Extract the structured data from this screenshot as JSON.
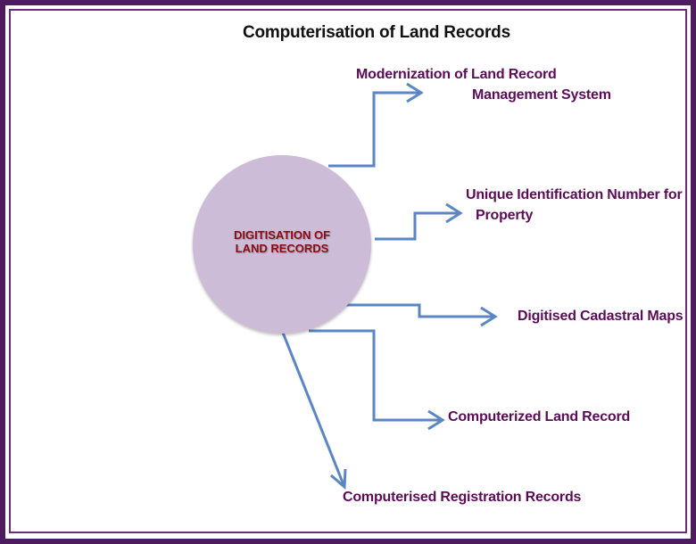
{
  "diagram": {
    "title": "Computerisation of Land Records",
    "center": {
      "line1": "DIGITISATION OF",
      "line2": "LAND RECORDS"
    },
    "outputs": [
      {
        "line1": "Modernization of Land Record",
        "line2": "Management System"
      },
      {
        "line1": "Unique Identification Number for",
        "line2": "Property"
      },
      {
        "line1": "Digitised Cadastral Maps"
      },
      {
        "line1": "Computerized Land Record"
      },
      {
        "line1": "Computerised Registration Records"
      }
    ]
  },
  "colors": {
    "frame": "#4e1b5e",
    "circle": "#cdbcd8",
    "center_text": "#8b0d12",
    "output_text": "#5b0c57",
    "arrows": "#5b86c4"
  }
}
